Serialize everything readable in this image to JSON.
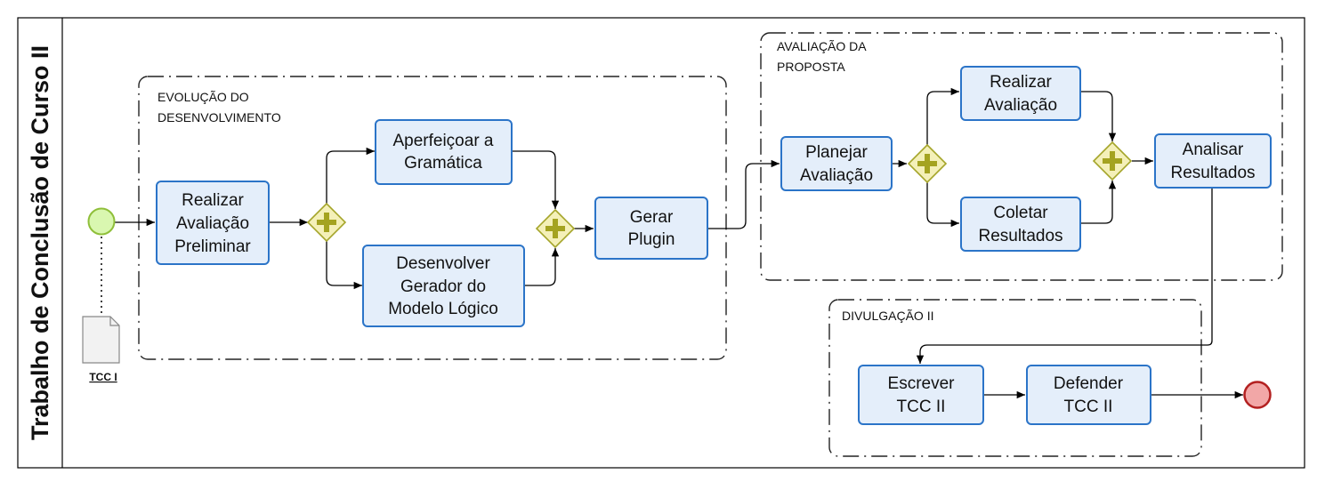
{
  "pool": {
    "title": "Trabalho de Conclusão de Curso II"
  },
  "groups": {
    "evolucao": {
      "line1": "EVOLUÇÃO DO",
      "line2": "DESENVOLVIMENTO"
    },
    "avaliacao": {
      "line1": "AVALIAÇÃO DA",
      "line2": "PROPOSTA"
    },
    "divulgacao": {
      "line1": "DIVULGAÇÃO II"
    }
  },
  "tasks": {
    "realizar_avaliacao_preliminar": {
      "lines": [
        "Realizar",
        "Avaliação",
        "Preliminar"
      ]
    },
    "aperfeicoar_gramatica": {
      "lines": [
        "Aperfeiçoar a",
        "Gramática"
      ]
    },
    "desenvolver_gerador": {
      "lines": [
        "Desenvolver",
        "Gerador do",
        "Modelo Lógico"
      ]
    },
    "gerar_plugin": {
      "lines": [
        "Gerar",
        "Plugin"
      ]
    },
    "planejar_avaliacao": {
      "lines": [
        "Planejar",
        "Avaliação"
      ]
    },
    "realizar_avaliacao": {
      "lines": [
        "Realizar",
        "Avaliação"
      ]
    },
    "coletar_resultados": {
      "lines": [
        "Coletar",
        "Resultados"
      ]
    },
    "analisar_resultados": {
      "lines": [
        "Analisar",
        "Resultados"
      ]
    },
    "escrever_tcc": {
      "lines": [
        "Escrever",
        "TCC II"
      ]
    },
    "defender_tcc": {
      "lines": [
        "Defender",
        "TCC II"
      ]
    }
  },
  "artifact": {
    "label": "TCC I"
  },
  "colors": {
    "task_fill": "#e4eefa",
    "task_stroke": "#2b74c8",
    "gateway_fill": "#f4f0b8",
    "gateway_plus": "#a4a320",
    "start_fill": "#d9f7b0",
    "start_stroke": "#8fbf3a",
    "end_fill": "#f2a7a7",
    "end_stroke": "#b32020"
  }
}
